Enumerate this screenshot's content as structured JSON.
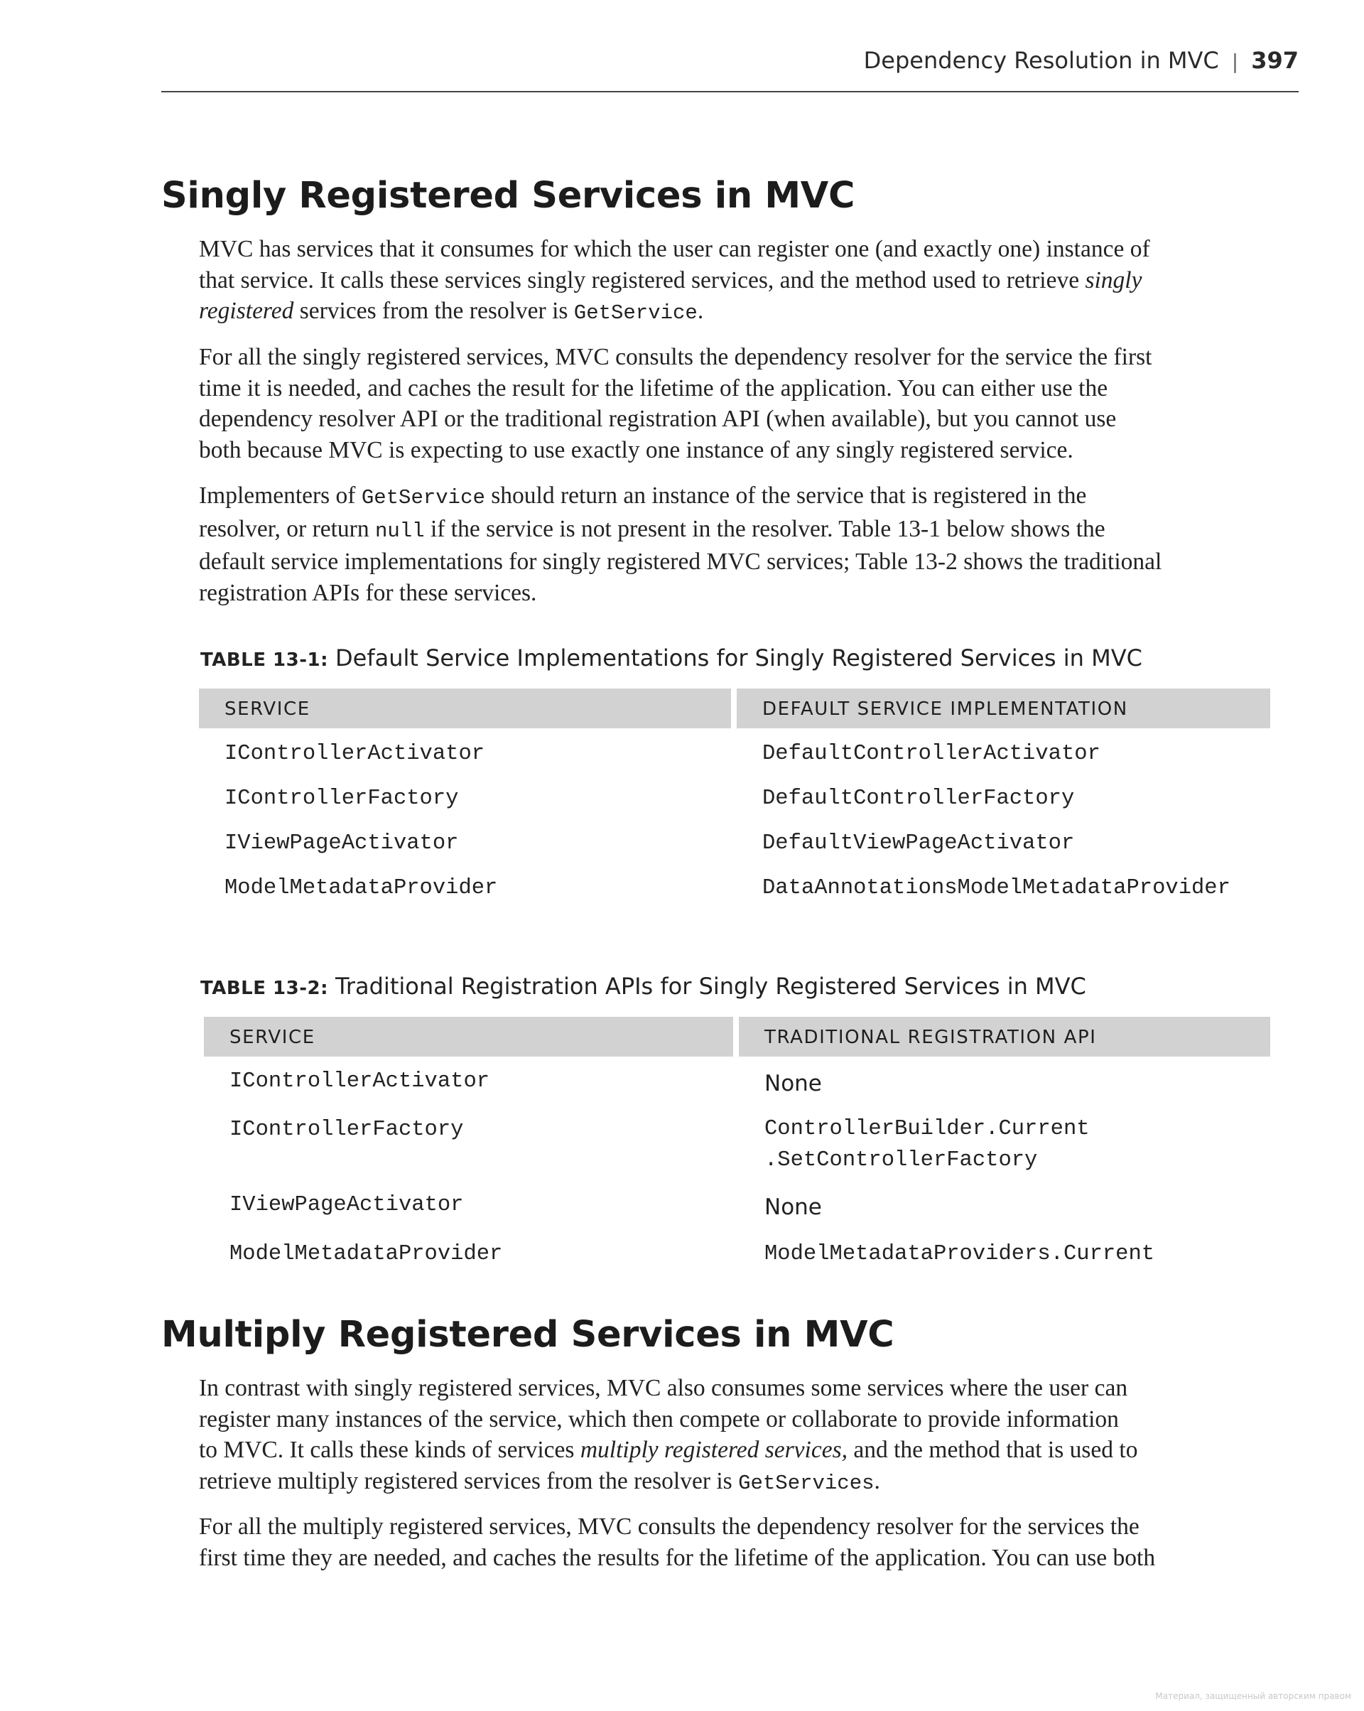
{
  "header": {
    "running_title": "Dependency Resolution in MVC",
    "separator": "|",
    "page_number": "397"
  },
  "section1": {
    "heading": "Singly Registered Services in MVC",
    "p1": {
      "l1": "MVC has services that it consumes for which the user can register one (and exactly one) instance of",
      "l2_a": "that service. It calls these services singly registered services, and the method used to retrieve ",
      "l2_em": "singly",
      "l3_em": "registered",
      "l3_a": " services from the resolver is ",
      "l3_code": "GetService",
      "l3_b": "."
    },
    "p2": {
      "l1": "For all the singly registered services, MVC consults the dependency resolver for the service the first",
      "l2": "time it is needed, and caches the result for the lifetime of the application. You can either use the",
      "l3": "dependency resolver API or the traditional registration API (when available), but you cannot use",
      "l4": "both because MVC is expecting to use exactly one instance of any singly registered service."
    },
    "p3": {
      "l1_a": "Implementers of ",
      "l1_code": "GetService",
      "l1_b": " should return an instance of the service that is registered in the",
      "l2_a": "resolver, or return ",
      "l2_code": "null",
      "l2_b": " if the service is not present in the resolver. Table 13-1 below shows the",
      "l3": "default service implementations for singly registered MVC services; Table 13-2 shows the traditional",
      "l4": "registration APIs for these services."
    }
  },
  "table1": {
    "label": "TABLE 13-1:",
    "title": "Default Service Implementations for Singly Registered Services in MVC",
    "col1": "SERVICE",
    "col2": "DEFAULT SERVICE IMPLEMENTATION",
    "rows": [
      {
        "service": "IControllerActivator",
        "impl": "DefaultControllerActivator"
      },
      {
        "service": "IControllerFactory",
        "impl": "DefaultControllerFactory"
      },
      {
        "service": "IViewPageActivator",
        "impl": "DefaultViewPageActivator"
      },
      {
        "service": "ModelMetadataProvider",
        "impl": "DataAnnotationsModelMetadataProvider"
      }
    ]
  },
  "table2": {
    "label": "TABLE 13-2:",
    "title": "Traditional Registration APIs for Singly Registered Services in MVC",
    "col1": "SERVICE",
    "col2": "TRADITIONAL REGISTRATION API",
    "rows": [
      {
        "service": "IControllerActivator",
        "api": "None"
      },
      {
        "service": "IControllerFactory",
        "api_l1": "ControllerBuilder.Current",
        "api_l2": ".SetControllerFactory"
      },
      {
        "service": "IViewPageActivator",
        "api": "None"
      },
      {
        "service": "ModelMetadataProvider",
        "api": "ModelMetadataProviders.Current"
      }
    ]
  },
  "section2": {
    "heading": "Multiply Registered Services in MVC",
    "p1": {
      "l1": "In contrast with singly registered services, MVC also consumes some services where the user can",
      "l2": "register many instances of the service, which then compete or collaborate to provide information",
      "l3_a": "to MVC. It calls these kinds of services ",
      "l3_em": "multiply registered services,",
      "l3_b": " and the method that is used to",
      "l4_a": "retrieve multiply registered services from the resolver is ",
      "l4_code": "GetServices",
      "l4_b": "."
    },
    "p2": {
      "l1": "For all the multiply registered services, MVC consults the dependency resolver for the services the",
      "l2": "first time they are needed, and caches the results for the lifetime of the application. You can use both"
    }
  },
  "watermark": "Материал, защищенный авторским правом"
}
